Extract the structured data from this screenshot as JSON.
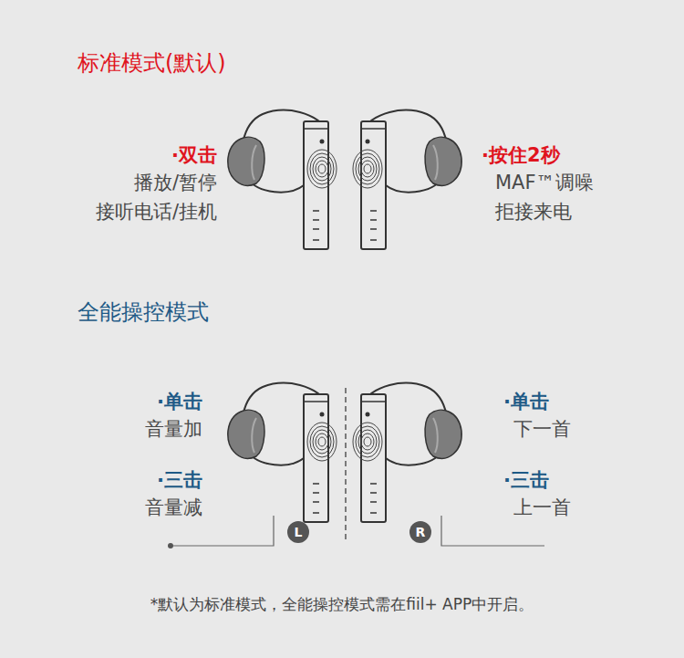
{
  "diagram": {
    "title": "标准模式(默认)",
    "caption": "*默认为标准模式，全能操控模式需在fiil+ APP中开启。",
    "nodes": [
      {
        "text": [
          "L"
        ]
      },
      {
        "text": [
          "R"
        ]
      }
    ],
    "labels": [
      "·双击",
      "播放/暂停",
      "接听电话/挂机",
      "·按住2秒",
      "MAF™调噪",
      "拒接来电",
      "全能操控模式",
      "·单击",
      "音量加",
      "·三击",
      "音量减",
      "·单击",
      "下一首",
      "·三击",
      "上一首"
    ]
  }
}
